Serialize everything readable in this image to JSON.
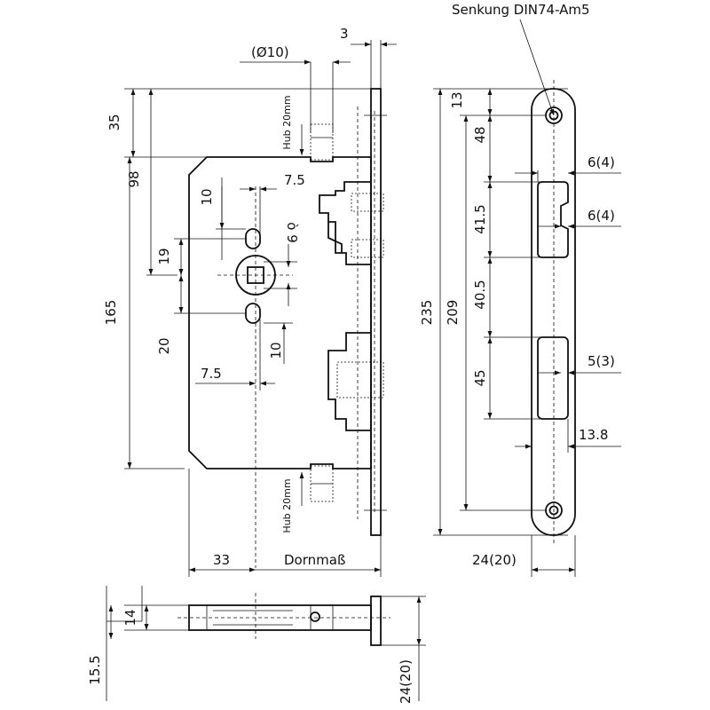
{
  "drawing": {
    "title_note": "Senkung DIN74-Am5",
    "front_view": {
      "dim_pin_diameter": "(Ø10)",
      "dim_faceplate_thickness": "3",
      "dim_top_to_follower": "35",
      "dim_case_to_follower": "98",
      "dim_case_height": "165",
      "dim_follower_stroke_top": "Hub 20mm",
      "dim_follower_stroke_bottom": "Hub 20mm",
      "dim_top_hole_offset": "10",
      "dim_top_hole_horizontal": "7.5",
      "dim_spindle_square": "ò 9",
      "dim_top_hole_to_spindle": "19",
      "dim_spindle_to_bottom_hole": "20",
      "dim_bottom_hole_offset": "10",
      "dim_bottom_hole_horizontal": "7.5",
      "dim_backset_case": "33",
      "dim_backset_label": "Dornmaß"
    },
    "faceplate_view": {
      "dim_total_length": "235",
      "dim_screw_distance": "209",
      "dim_top_margin": "13",
      "dim_to_latch_slot": "48",
      "dim_latch_slot": "41.5",
      "dim_between_slots": "40.5",
      "dim_bolt_slot": "45",
      "dim_latch_slot_width_1": "6(4)",
      "dim_latch_slot_width_2": "6(4)",
      "dim_bolt_slot_width": "5(3)",
      "dim_slot_offset": "13.8",
      "dim_faceplate_width": "24(20)"
    },
    "bottom_view": {
      "dim_case_thickness": "14",
      "dim_forend_offset": "15.5",
      "dim_faceplate_width": "24(20)"
    }
  }
}
